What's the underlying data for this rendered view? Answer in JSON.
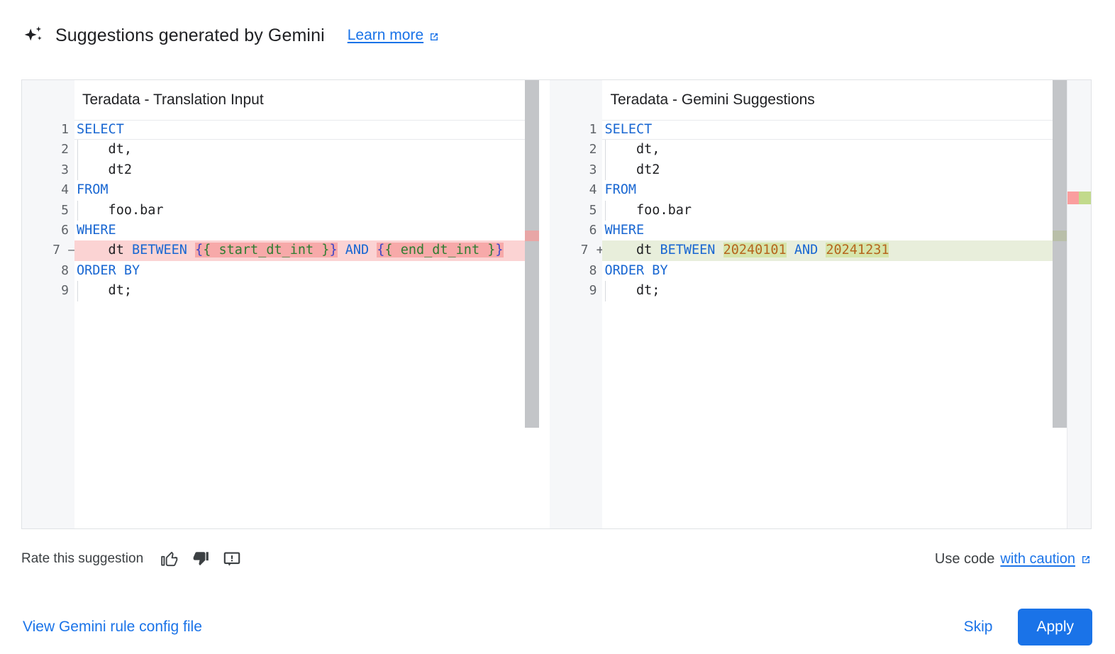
{
  "header": {
    "sparkle_icon": "sparkle-icon",
    "title": "Suggestions generated by Gemini",
    "learn_more_label": "Learn more",
    "external_icon": "external-link-icon"
  },
  "diff": {
    "left": {
      "title": "Teradata - Translation Input",
      "lines": [
        {
          "no": "1",
          "sign": "",
          "state": "current",
          "indent": false,
          "tokens": [
            {
              "t": "SELECT",
              "c": "kw"
            }
          ]
        },
        {
          "no": "2",
          "sign": "",
          "state": "normal",
          "indent": true,
          "tokens": [
            {
              "t": "    dt,",
              "c": "plain"
            }
          ]
        },
        {
          "no": "3",
          "sign": "",
          "state": "normal",
          "indent": true,
          "tokens": [
            {
              "t": "    dt2",
              "c": "plain"
            }
          ]
        },
        {
          "no": "4",
          "sign": "",
          "state": "normal",
          "indent": false,
          "tokens": [
            {
              "t": "FROM",
              "c": "kw"
            }
          ]
        },
        {
          "no": "5",
          "sign": "",
          "state": "normal",
          "indent": true,
          "tokens": [
            {
              "t": "    foo.bar",
              "c": "plain"
            }
          ]
        },
        {
          "no": "6",
          "sign": "",
          "state": "normal",
          "indent": false,
          "tokens": [
            {
              "t": "WHERE",
              "c": "kw"
            }
          ]
        },
        {
          "no": "7",
          "sign": "—",
          "state": "deleted",
          "indent": false,
          "tokens": [
            {
              "t": "    dt ",
              "c": "plain"
            },
            {
              "t": "BETWEEN ",
              "c": "kw"
            },
            {
              "t": "{",
              "c": "brc2 w-del"
            },
            {
              "t": "{ start_dt_int ",
              "c": "brc w-del"
            },
            {
              "t": "}",
              "c": "brc w-del"
            },
            {
              "t": "}",
              "c": "brc2 w-del"
            },
            {
              "t": " ",
              "c": "plain"
            },
            {
              "t": "AND",
              "c": "kw"
            },
            {
              "t": " ",
              "c": "plain"
            },
            {
              "t": "{",
              "c": "brc2 w-del"
            },
            {
              "t": "{ end_dt_int ",
              "c": "brc w-del"
            },
            {
              "t": "}",
              "c": "brc w-del"
            },
            {
              "t": "}",
              "c": "brc2 w-del"
            }
          ]
        },
        {
          "no": "8",
          "sign": "",
          "state": "normal",
          "indent": false,
          "tokens": [
            {
              "t": "ORDER BY",
              "c": "kw"
            }
          ]
        },
        {
          "no": "9",
          "sign": "",
          "state": "normal",
          "indent": true,
          "tokens": [
            {
              "t": "    dt;",
              "c": "plain"
            }
          ]
        }
      ]
    },
    "right": {
      "title": "Teradata - Gemini Suggestions",
      "lines": [
        {
          "no": "1",
          "sign": "",
          "state": "current",
          "indent": false,
          "tokens": [
            {
              "t": "SELECT",
              "c": "kw"
            }
          ]
        },
        {
          "no": "2",
          "sign": "",
          "state": "normal",
          "indent": true,
          "tokens": [
            {
              "t": "    dt,",
              "c": "plain"
            }
          ]
        },
        {
          "no": "3",
          "sign": "",
          "state": "normal",
          "indent": true,
          "tokens": [
            {
              "t": "    dt2",
              "c": "plain"
            }
          ]
        },
        {
          "no": "4",
          "sign": "",
          "state": "normal",
          "indent": false,
          "tokens": [
            {
              "t": "FROM",
              "c": "kw"
            }
          ]
        },
        {
          "no": "5",
          "sign": "",
          "state": "normal",
          "indent": true,
          "tokens": [
            {
              "t": "    foo.bar",
              "c": "plain"
            }
          ]
        },
        {
          "no": "6",
          "sign": "",
          "state": "normal",
          "indent": false,
          "tokens": [
            {
              "t": "WHERE",
              "c": "kw"
            }
          ]
        },
        {
          "no": "7",
          "sign": "+",
          "state": "added",
          "indent": false,
          "tokens": [
            {
              "t": "    dt ",
              "c": "plain"
            },
            {
              "t": "BETWEEN ",
              "c": "kw"
            },
            {
              "t": "20240101",
              "c": "num w-add"
            },
            {
              "t": " ",
              "c": "plain"
            },
            {
              "t": "AND",
              "c": "kw"
            },
            {
              "t": " ",
              "c": "plain"
            },
            {
              "t": "20241231",
              "c": "num w-add"
            }
          ]
        },
        {
          "no": "8",
          "sign": "",
          "state": "normal",
          "indent": false,
          "tokens": [
            {
              "t": "ORDER BY",
              "c": "kw"
            }
          ]
        },
        {
          "no": "9",
          "sign": "",
          "state": "normal",
          "indent": true,
          "tokens": [
            {
              "t": "    dt;",
              "c": "plain"
            }
          ]
        }
      ]
    }
  },
  "rate": {
    "label": "Rate this suggestion",
    "thumb_up_icon": "thumb-up-icon",
    "thumb_down_icon": "thumb-down-icon",
    "feedback_icon": "feedback-icon",
    "caution_prefix": "Use code",
    "caution_link": "with caution",
    "external_icon": "external-link-icon"
  },
  "footer": {
    "config_link": "View Gemini rule config file",
    "skip_label": "Skip",
    "apply_label": "Apply"
  },
  "colors": {
    "accent": "#1a73e8",
    "deleted_line": "#fbd3d3",
    "deleted_word": "#f7a9a9",
    "added_line": "#e8eedb",
    "added_word": "#d6e5ab",
    "keyword": "#1967d2",
    "number": "#b5651d",
    "gutter": "#f6f7f9"
  }
}
